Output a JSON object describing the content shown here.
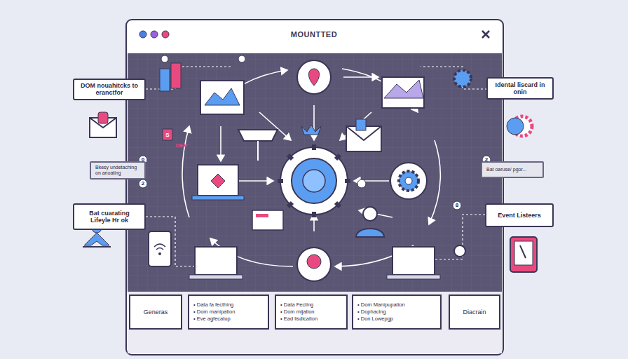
{
  "diagram": {
    "title": "MOUNTTED",
    "nodes": [
      {
        "text": [
          "DOM nouahitcks to eranctfor"
        ]
      },
      {
        "text": [
          "Bkesy undetaching on anoating"
        ]
      },
      {
        "text": [
          "Bat cuarating Lifeyle Hr ok"
        ]
      },
      {
        "text": [
          "Idental liscard in onin"
        ]
      },
      {
        "text": [
          "Bat oaruse/ pgor..."
        ]
      },
      {
        "text": [
          "Event Listeers"
        ]
      },
      {
        "text": [
          "Generas"
        ]
      },
      {
        "text": [
          "Data fa fecthing",
          "Dom manipation",
          "Eve agfecatup"
        ]
      },
      {
        "text": [
          "Data Fecting",
          "Dom mijation",
          "Ead lisdication"
        ]
      },
      {
        "text": [
          "Dom Manipupation",
          "Dophacing",
          "Don Lowepgp"
        ]
      },
      {
        "text": [
          "Diacrain"
        ]
      }
    ],
    "labels": [
      "S",
      "DEP",
      "0",
      "2",
      "2",
      "8"
    ]
  }
}
